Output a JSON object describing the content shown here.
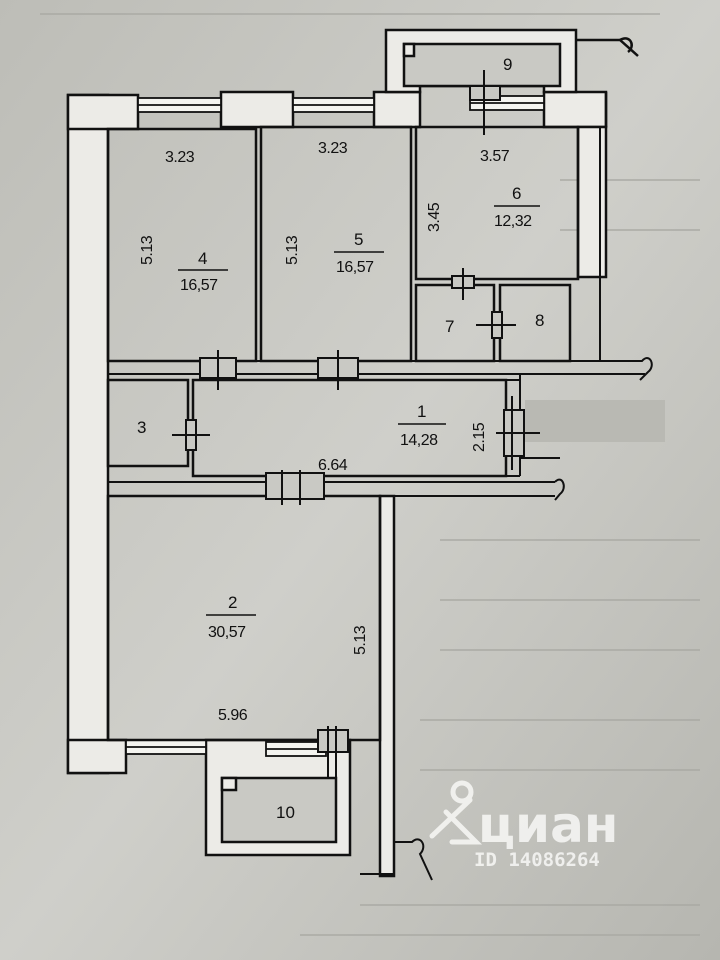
{
  "floor_plan": {
    "rooms": [
      {
        "id": "4",
        "number": "4",
        "area": "16,57",
        "width": "3.23",
        "depth": "5.13"
      },
      {
        "id": "5",
        "number": "5",
        "area": "16,57",
        "width": "3.23",
        "depth": "5.13"
      },
      {
        "id": "6",
        "number": "6",
        "area": "12,32",
        "width": "3.57",
        "depth": "3.45"
      },
      {
        "id": "7",
        "number": "7"
      },
      {
        "id": "8",
        "number": "8"
      },
      {
        "id": "9",
        "number": "9"
      },
      {
        "id": "3",
        "number": "3"
      },
      {
        "id": "1",
        "number": "1",
        "area": "14,28",
        "width": "6.64",
        "depth": "2.15"
      },
      {
        "id": "2",
        "number": "2",
        "area": "30,57",
        "width": "5.96",
        "depth": "5.13"
      },
      {
        "id": "10",
        "number": "10"
      }
    ]
  },
  "watermark": {
    "brand": "циан",
    "id_text": "ID 14086264",
    "icon": "location-pin-icon"
  },
  "colors": {
    "paper": "#c9c9c4",
    "wall": "#ecebe7",
    "line": "#111111",
    "watermark": "#f4f4f2"
  }
}
